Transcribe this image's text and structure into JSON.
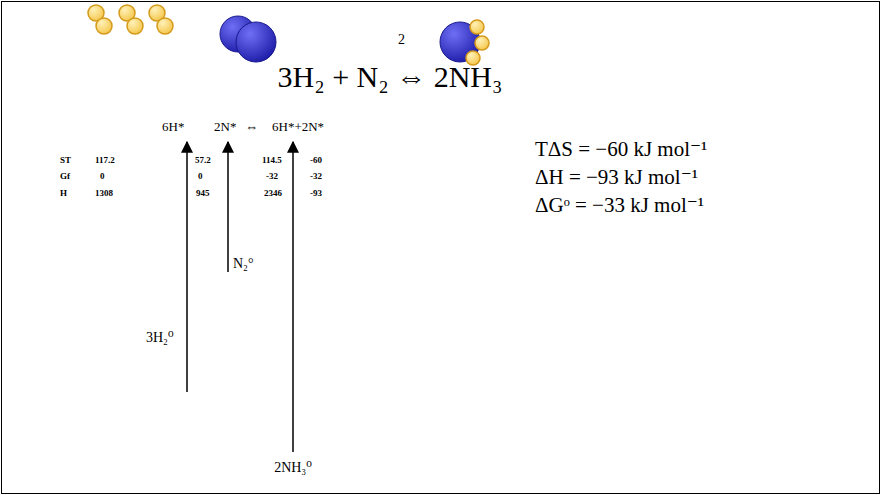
{
  "diagram": {
    "labels": [
      "2",
      "3H₂ + N₂ ⇔ 2NH₃",
      "6H*",
      "2N*",
      "⇔",
      "6H*+2N*",
      "ST",
      "117.2",
      "57.2",
      "114.5",
      "-60",
      "Gf",
      "0",
      "0",
      "-32",
      "-32",
      "H",
      "1308",
      "945",
      "2346",
      "-93",
      "3H₂⁰",
      "N₂°",
      "2NH₃⁰",
      "TΔS = −60 kJ mol⁻¹",
      "ΔH = −93 kJ mol⁻¹",
      "ΔGᵒ = −33 kJ mol⁻¹"
    ]
  }
}
